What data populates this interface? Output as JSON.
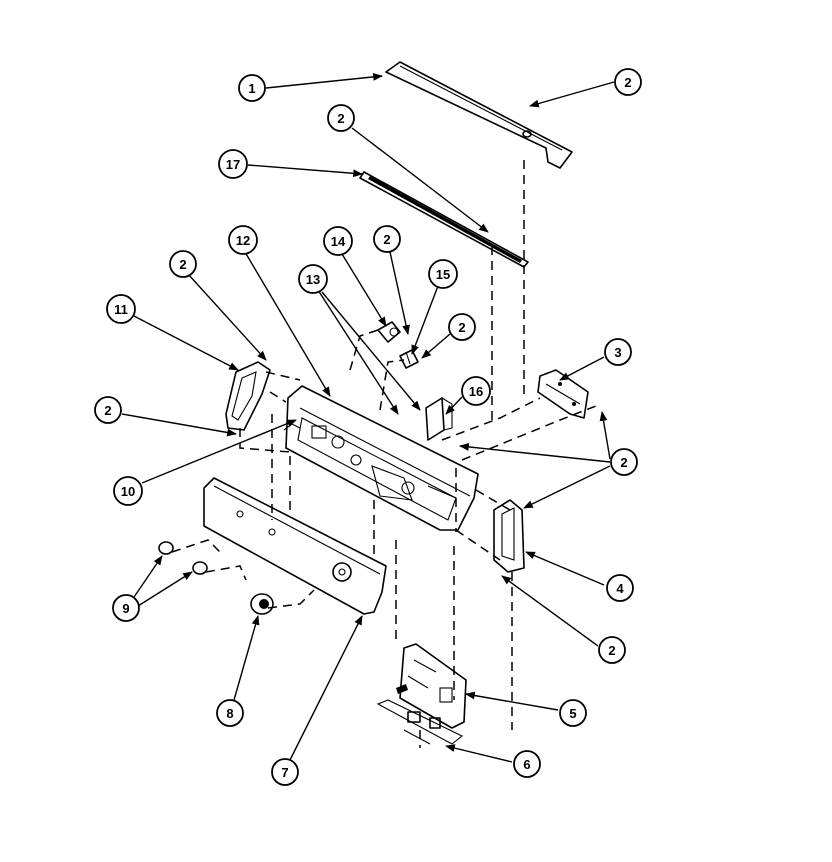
{
  "diagram": {
    "callouts": [
      {
        "label": "1"
      },
      {
        "label": "2"
      },
      {
        "label": "2"
      },
      {
        "label": "17"
      },
      {
        "label": "12"
      },
      {
        "label": "14"
      },
      {
        "label": "2"
      },
      {
        "label": "15"
      },
      {
        "label": "2"
      },
      {
        "label": "13"
      },
      {
        "label": "11"
      },
      {
        "label": "2"
      },
      {
        "label": "3"
      },
      {
        "label": "16"
      },
      {
        "label": "2"
      },
      {
        "label": "2"
      },
      {
        "label": "10"
      },
      {
        "label": "4"
      },
      {
        "label": "9"
      },
      {
        "label": "2"
      },
      {
        "label": "8"
      },
      {
        "label": "5"
      },
      {
        "label": "7"
      },
      {
        "label": "6"
      }
    ]
  }
}
